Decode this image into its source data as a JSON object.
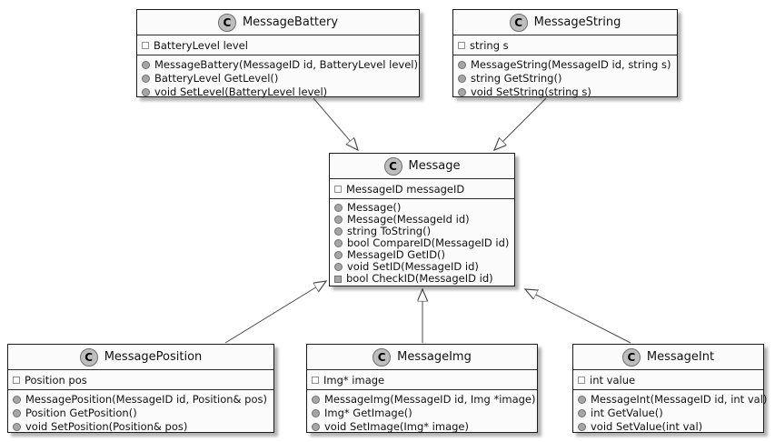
{
  "diagram": {
    "type": "uml-class-diagram",
    "colors": {
      "background": "#ffffff",
      "box_fill": "#fbfbfb",
      "box_border": "#1b1b1b",
      "edge_line": "#4a4a4a",
      "class_badge_fill": "#bebebe",
      "member_icon_fill": "#a6a6a6"
    },
    "classes": [
      {
        "badge": "C",
        "name": "MessageBattery",
        "fields": [
          {
            "icon": "square-outline",
            "text": "BatteryLevel level"
          }
        ],
        "methods": [
          {
            "icon": "circle-filled",
            "text": "MessageBattery(MessageID id, BatteryLevel level)"
          },
          {
            "icon": "circle-filled",
            "text": "BatteryLevel GetLevel()"
          },
          {
            "icon": "circle-filled",
            "text": "void SetLevel(BatteryLevel level)"
          }
        ]
      },
      {
        "badge": "C",
        "name": "MessageString",
        "fields": [
          {
            "icon": "square-outline",
            "text": "string s"
          }
        ],
        "methods": [
          {
            "icon": "circle-filled",
            "text": "MessageString(MessageID id, string s)"
          },
          {
            "icon": "circle-filled",
            "text": "string GetString()"
          },
          {
            "icon": "circle-filled",
            "text": "void SetString(string s)"
          }
        ]
      },
      {
        "badge": "C",
        "name": "Message",
        "fields": [
          {
            "icon": "square-outline",
            "text": "MessageID messageID"
          }
        ],
        "methods": [
          {
            "icon": "circle-filled",
            "text": "Message()"
          },
          {
            "icon": "circle-filled",
            "text": "Message(MessageId id)"
          },
          {
            "icon": "circle-filled",
            "text": "string ToString()"
          },
          {
            "icon": "circle-filled",
            "text": "bool CompareID(MessageID id)"
          },
          {
            "icon": "circle-filled",
            "text": "MessageID GetID()"
          },
          {
            "icon": "circle-filled",
            "text": "void SetID(MessageID id)"
          },
          {
            "icon": "square-filled",
            "text": "bool CheckID(MessageID id)"
          }
        ]
      },
      {
        "badge": "C",
        "name": "MessagePosition",
        "fields": [
          {
            "icon": "square-outline",
            "text": "Position pos"
          }
        ],
        "methods": [
          {
            "icon": "circle-filled",
            "text": "MessagePosition(MessageID id, Position& pos)"
          },
          {
            "icon": "circle-filled",
            "text": "Position GetPosition()"
          },
          {
            "icon": "circle-filled",
            "text": "void SetPosition(Position& pos)"
          }
        ]
      },
      {
        "badge": "C",
        "name": "MessageImg",
        "fields": [
          {
            "icon": "square-outline",
            "text": "Img* image"
          }
        ],
        "methods": [
          {
            "icon": "circle-filled",
            "text": "MessageImg(MessageID id, Img *image)"
          },
          {
            "icon": "circle-filled",
            "text": "Img* GetImage()"
          },
          {
            "icon": "circle-filled",
            "text": "void SetImage(Img* image)"
          }
        ]
      },
      {
        "badge": "C",
        "name": "MessageInt",
        "fields": [
          {
            "icon": "square-outline",
            "text": "int value"
          }
        ],
        "methods": [
          {
            "icon": "circle-filled",
            "text": "MessageInt(MessageID id, int val)"
          },
          {
            "icon": "circle-filled",
            "text": "int GetValue()"
          },
          {
            "icon": "circle-filled",
            "text": "void SetValue(int val)"
          }
        ]
      }
    ],
    "relations": [
      {
        "from": "MessageBattery",
        "to": "Message",
        "type": "inheritance"
      },
      {
        "from": "MessageString",
        "to": "Message",
        "type": "inheritance"
      },
      {
        "from": "MessagePosition",
        "to": "Message",
        "type": "inheritance"
      },
      {
        "from": "MessageImg",
        "to": "Message",
        "type": "inheritance"
      },
      {
        "from": "MessageInt",
        "to": "Message",
        "type": "inheritance"
      }
    ]
  }
}
